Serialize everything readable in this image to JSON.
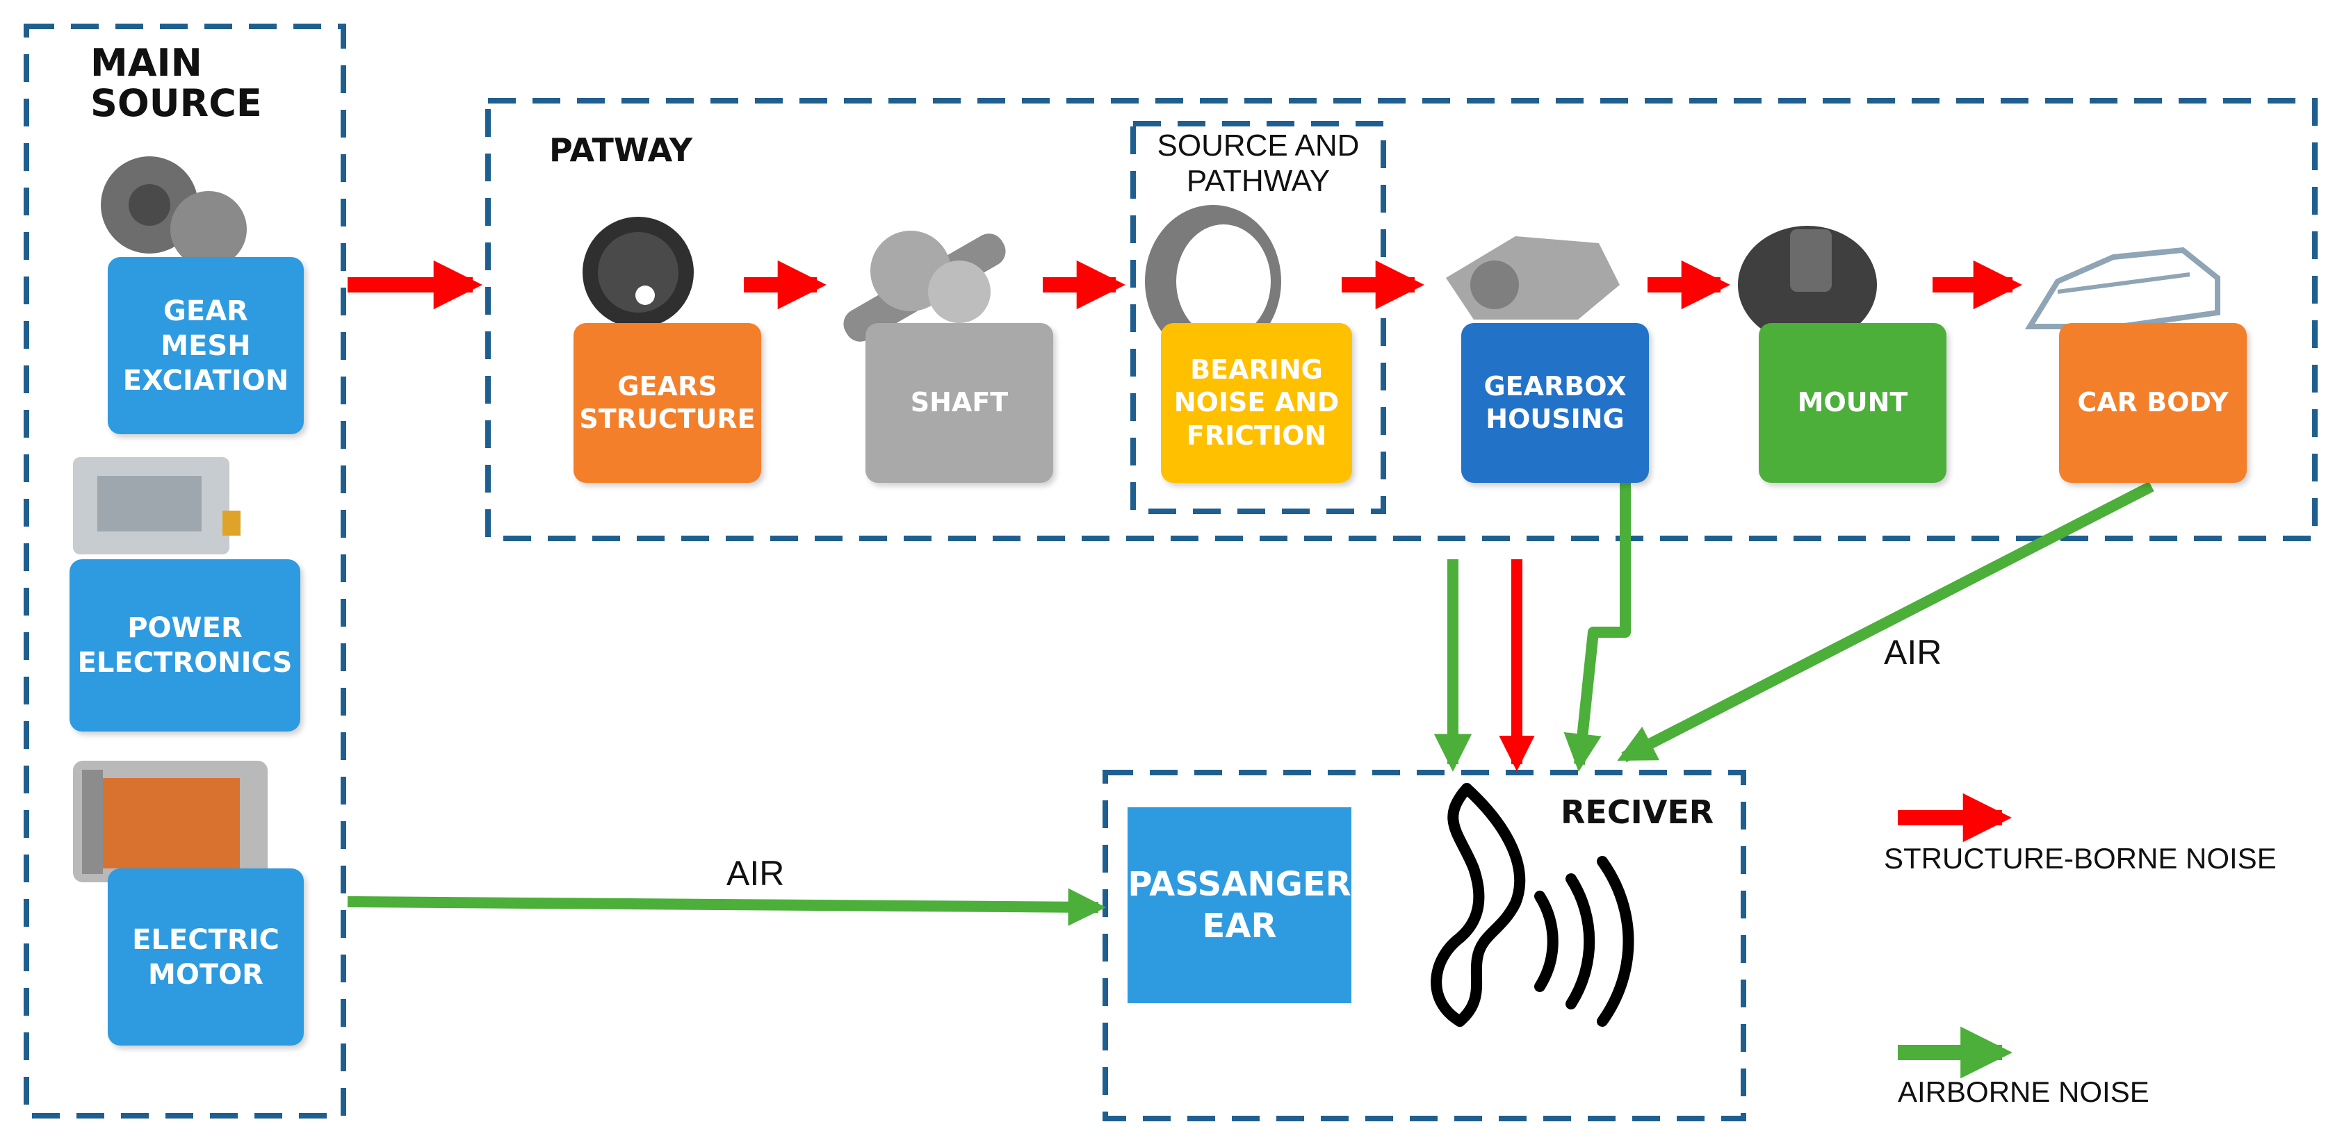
{
  "groups": {
    "main_source": "MAIN\nSOURCE",
    "pathway": "PATWAY",
    "source_and_pathway": "SOURCE AND\nPATHWAY",
    "receiver": "RECIVER"
  },
  "nodes": {
    "gear_mesh": "GEAR\nMESH\nEXCIATION",
    "power_electronics": "POWER\nELECTRONICS",
    "electric_motor": "ELECTRIC\nMOTOR",
    "gears_structure": "GEARS\nSTRUCTURE",
    "shaft": "SHAFT",
    "bearing": "BEARING\nNOISE AND\nFRICTION",
    "gearbox_housing": "GEARBOX\nHOUSING",
    "mount": "MOUNT",
    "car_body": "CAR BODY",
    "passenger_ear": "PASSANGER\nEAR"
  },
  "edge_labels": {
    "air_motor": "AIR",
    "air_body": "AIR"
  },
  "legend": {
    "structure_borne": "STRUCTURE-BORNE NOISE",
    "airborne": "AIRBORNE NOISE"
  },
  "colors": {
    "structure_arrow": "#ff0000",
    "airborne_arrow": "#4caf3a",
    "dashed_border": "#1f5f8f"
  }
}
